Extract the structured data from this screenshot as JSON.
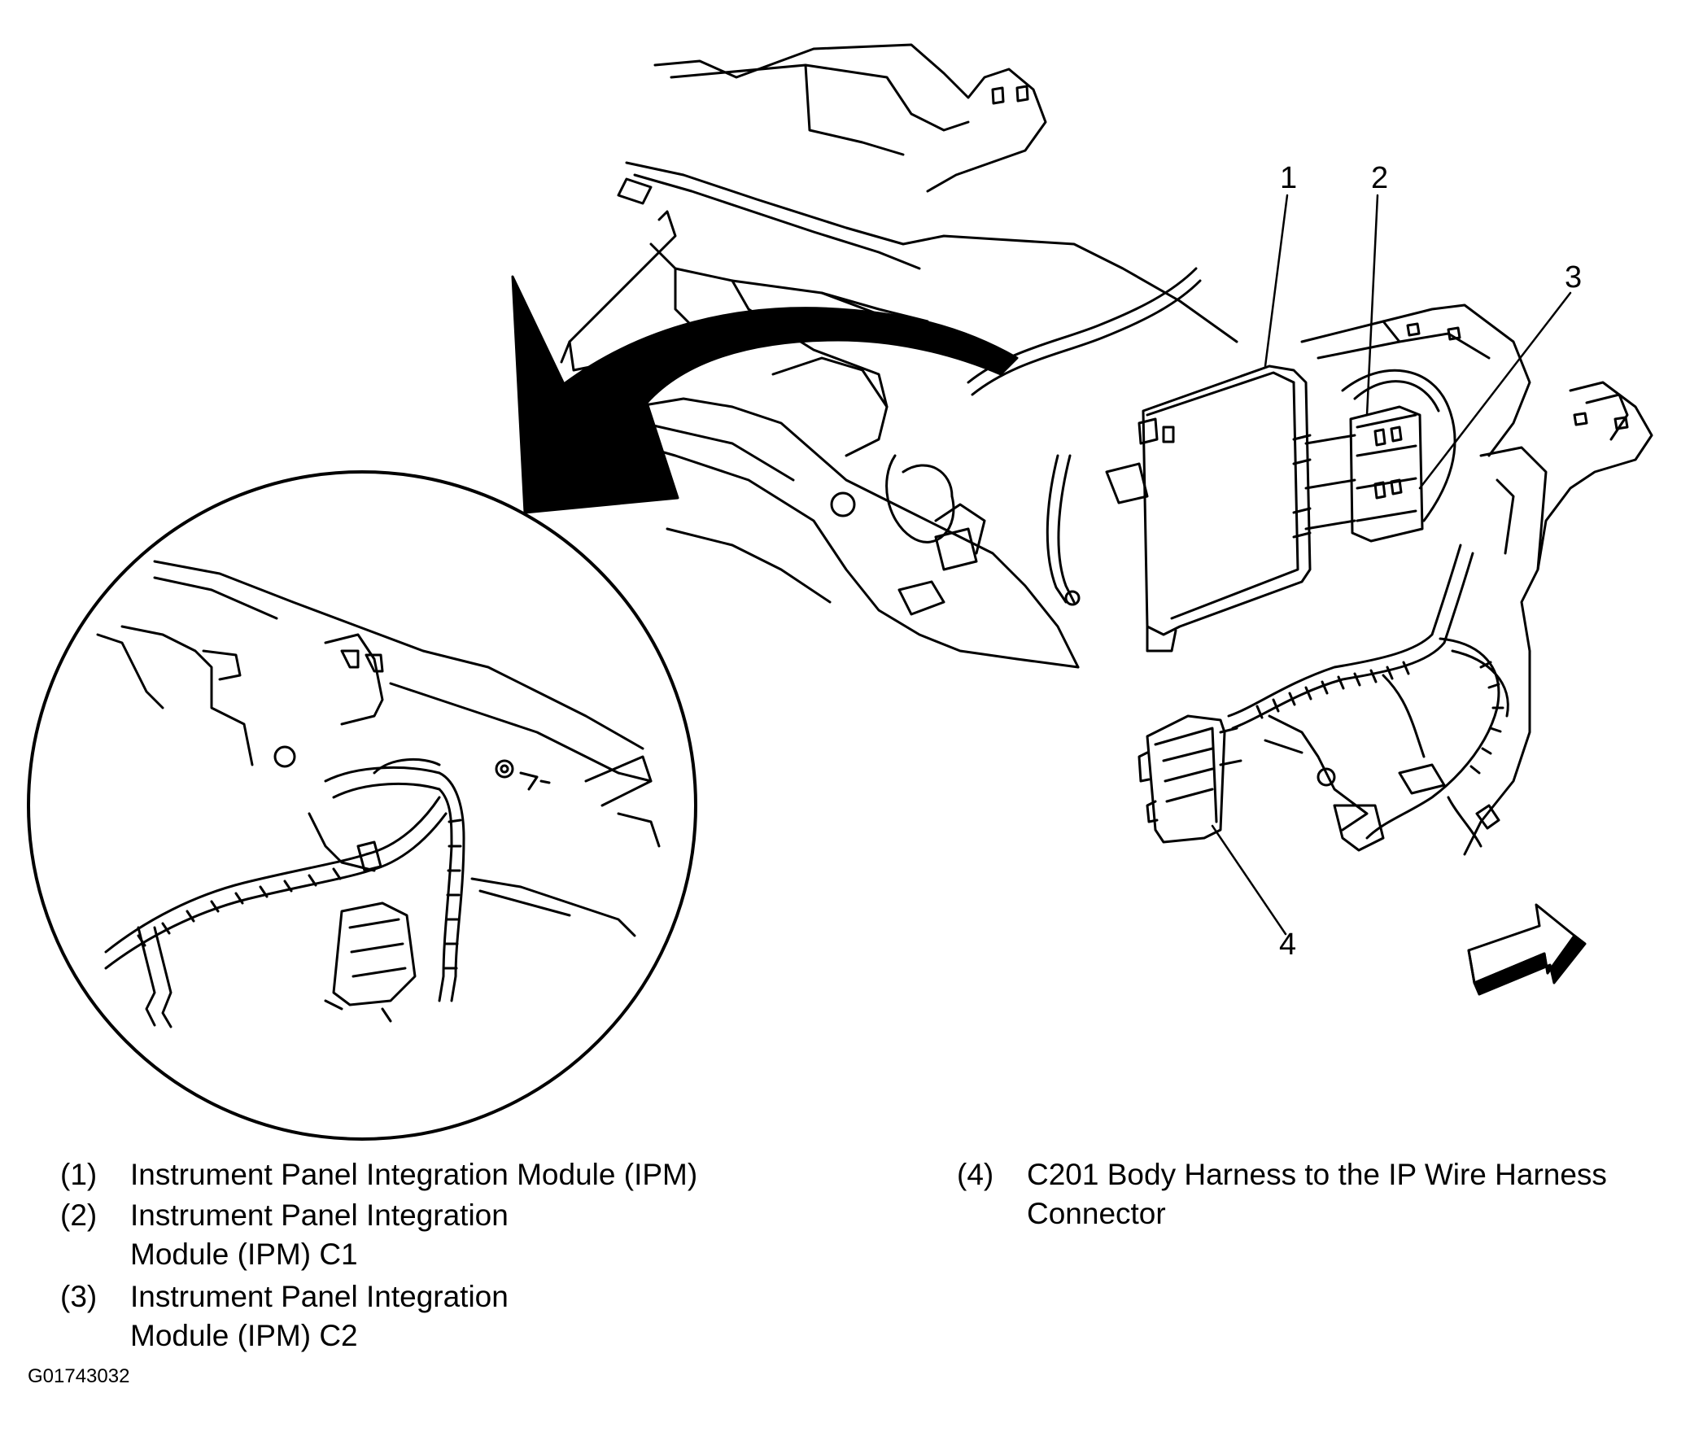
{
  "callouts": [
    "1",
    "2",
    "3",
    "4"
  ],
  "legend": [
    {
      "number": "(1)",
      "text": "Instrument Panel Integration Module (IPM)"
    },
    {
      "number": "(2)",
      "text": "Instrument Panel Integration\nModule (IPM) C1"
    },
    {
      "number": "(3)",
      "text": "Instrument Panel Integration\nModule (IPM) C2"
    },
    {
      "number": "(4)",
      "text": "C201 Body Harness to the IP Wire Harness\nConnector"
    }
  ],
  "figure_id": "G01743032",
  "icons": [
    "curved-arrow-icon",
    "front-direction-arrow-icon"
  ]
}
